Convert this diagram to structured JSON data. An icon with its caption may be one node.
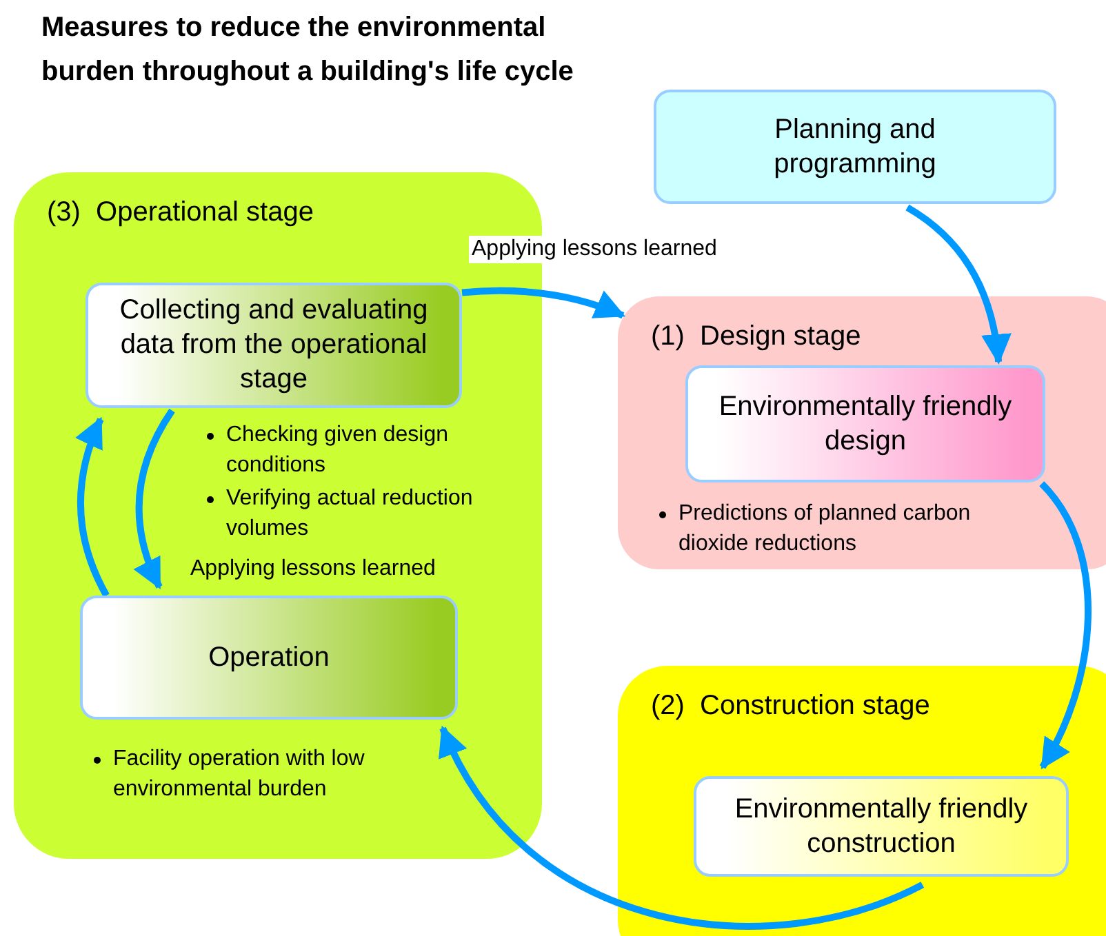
{
  "diagram": {
    "title": "Measures to reduce the environmental burden throughout a building's life cycle",
    "nodes": [
      {
        "text": [
          "(3)  Operational stage"
        ]
      },
      {
        "text": [
          "Collecting and evaluating data from the operational stage"
        ],
        "in": 0,
        "beside": [
          "Checking given design conditions",
          "Verifying actual reduction volumes"
        ]
      },
      {
        "text": [
          "Operation"
        ],
        "in": 0,
        "beside": [
          "Facility operation with low environmental burden"
        ]
      },
      {
        "text": [
          "Planning and programming"
        ]
      },
      {
        "text": [
          "(1)  Design stage"
        ]
      },
      {
        "text": [
          "Environmentally friendly design"
        ],
        "in": 4,
        "beside": [
          "Predictions of planned carbon dioxide reductions"
        ]
      },
      {
        "text": [
          "(2)  Construction stage"
        ]
      },
      {
        "text": [
          "Environmentally friendly construction"
        ],
        "in": 6
      }
    ],
    "edges": [
      {
        "from": 1,
        "to": 4,
        "arrow": "to",
        "label": "Applying lessons learned"
      },
      {
        "from": 3,
        "to": 5,
        "arrow": "to"
      },
      {
        "from": 5,
        "to": 7,
        "arrow": "to"
      },
      {
        "from": 7,
        "to": 2,
        "arrow": "to"
      },
      {
        "from": 2,
        "to": 1,
        "arrow": "to"
      },
      {
        "from": 1,
        "to": 2,
        "arrow": "to",
        "label": "Applying lessons learned"
      }
    ]
  }
}
